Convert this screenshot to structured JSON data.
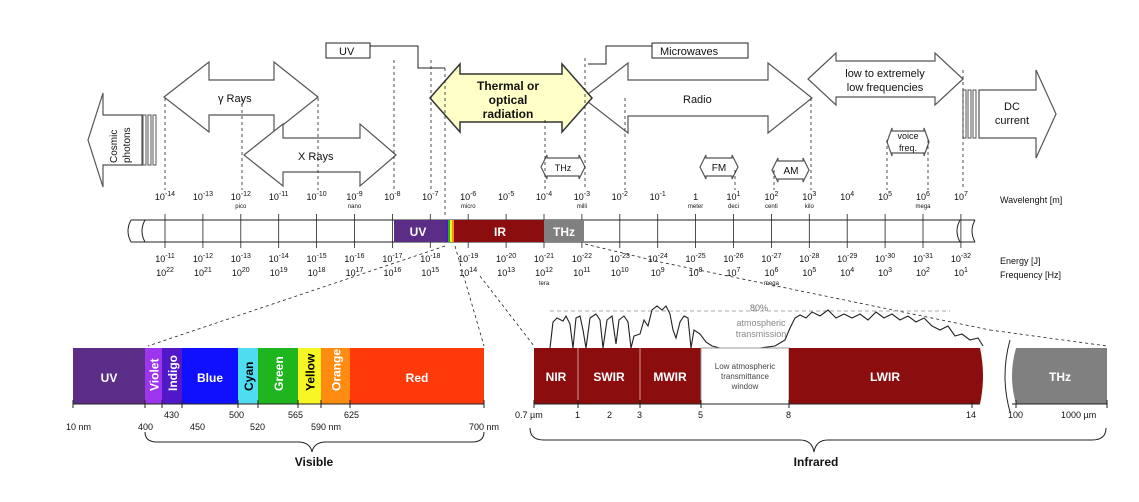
{
  "colors": {
    "uv": "#5b2d86",
    "ir": "#8b0d0d",
    "thz": "#808080",
    "thermal_fill": "#ffffc8",
    "violet": "#9d35ee",
    "indigo": "#5018c8",
    "blue": "#1010ff",
    "cyan": "#4fdcf0",
    "green": "#1fb51f",
    "yellow": "#f6f625",
    "orange": "#ff8c10",
    "red": "#ff3a0a",
    "lowatm": "#ffffff"
  },
  "top_labels": {
    "cosmic_photons": [
      "Cosmic",
      "photons"
    ],
    "gamma_rays": "γ  Rays",
    "x_rays": "X Rays",
    "uv_box": "UV",
    "microwaves_box": "Microwaves",
    "thermal": [
      "Thermal or",
      "optical",
      "radiation"
    ],
    "radio": "Radio",
    "low_freq": [
      "low to extremely",
      "low frequencies"
    ],
    "dc_current": [
      "DC",
      "current"
    ],
    "thz_arrow": "THz",
    "fm": "FM",
    "am": "AM",
    "voice_freq": [
      "voice",
      "freq."
    ]
  },
  "wavelength": {
    "axis_label": "Wavelenght [m]",
    "ticks": [
      {
        "exp": "-14",
        "sub": ""
      },
      {
        "exp": "-13",
        "sub": ""
      },
      {
        "exp": "-12",
        "sub": "pico"
      },
      {
        "exp": "-11",
        "sub": ""
      },
      {
        "exp": "-10",
        "sub": ""
      },
      {
        "exp": "-9",
        "sub": "nano"
      },
      {
        "exp": "-8",
        "sub": ""
      },
      {
        "exp": "-7",
        "sub": ""
      },
      {
        "exp": "-6",
        "sub": "micro"
      },
      {
        "exp": "-5",
        "sub": ""
      },
      {
        "exp": "-4",
        "sub": ""
      },
      {
        "exp": "-3",
        "sub": "milli"
      },
      {
        "exp": "-2",
        "sub": ""
      },
      {
        "exp": "-1",
        "sub": ""
      },
      {
        "exp": "",
        "base": "1",
        "sub": "meter"
      },
      {
        "exp": "1",
        "sub": "deci"
      },
      {
        "exp": "2",
        "sub": "centi"
      },
      {
        "exp": "3",
        "sub": "kilo"
      },
      {
        "exp": "4",
        "sub": ""
      },
      {
        "exp": "5",
        "sub": ""
      },
      {
        "exp": "6",
        "sub": "mega"
      },
      {
        "exp": "7",
        "sub": ""
      }
    ]
  },
  "band": {
    "uv": "UV",
    "ir": "IR",
    "thz": "THz"
  },
  "energy": {
    "label": "Energy [J]",
    "ticks": [
      "-11",
      "-12",
      "-13",
      "-14",
      "-15",
      "-16",
      "-17",
      "-18",
      "-19",
      "-20",
      "-21",
      "-22",
      "-23",
      "-24",
      "-25",
      "-26",
      "-27",
      "-28",
      "-29",
      "-30",
      "-31",
      "-32"
    ]
  },
  "frequency": {
    "label": "Frequency  [Hz]",
    "ticks": [
      {
        "exp": "22",
        "sub": ""
      },
      {
        "exp": "21",
        "sub": ""
      },
      {
        "exp": "20",
        "sub": ""
      },
      {
        "exp": "19",
        "sub": ""
      },
      {
        "exp": "18",
        "sub": ""
      },
      {
        "exp": "17",
        "sub": ""
      },
      {
        "exp": "16",
        "sub": ""
      },
      {
        "exp": "15",
        "sub": ""
      },
      {
        "exp": "14",
        "sub": ""
      },
      {
        "exp": "13",
        "sub": ""
      },
      {
        "exp": "12",
        "sub": "tera"
      },
      {
        "exp": "11",
        "sub": ""
      },
      {
        "exp": "10",
        "sub": ""
      },
      {
        "exp": "9",
        "sub": ""
      },
      {
        "exp": "8",
        "sub": ""
      },
      {
        "exp": "7",
        "sub": ""
      },
      {
        "exp": "6",
        "sub": "mega"
      },
      {
        "exp": "5",
        "sub": ""
      },
      {
        "exp": "4",
        "sub": ""
      },
      {
        "exp": "3",
        "sub": ""
      },
      {
        "exp": "2",
        "sub": ""
      },
      {
        "exp": "1",
        "sub": ""
      }
    ]
  },
  "visible": {
    "segments": [
      {
        "label": "UV",
        "color": "#5b2d86",
        "vertical": false
      },
      {
        "label": "Violet",
        "color": "#9d35ee",
        "vertical": true
      },
      {
        "label": "Indigo",
        "color": "#5018c8",
        "vertical": true
      },
      {
        "label": "Blue",
        "color": "#1010ff",
        "vertical": false
      },
      {
        "label": "Cyan",
        "color": "#4fdcf0",
        "vertical": true
      },
      {
        "label": "Green",
        "color": "#1fb51f",
        "vertical": true
      },
      {
        "label": "Yellow",
        "color": "#f6f625",
        "vertical": true
      },
      {
        "label": "Orange",
        "color": "#ff8c10",
        "vertical": true
      },
      {
        "label": "Red",
        "color": "#ff3a0a",
        "vertical": false
      }
    ],
    "scale_lower": [
      "10 nm",
      "400",
      "450",
      "520",
      "590 nm",
      "700 nm"
    ],
    "scale_upper": [
      "430",
      "500",
      "565",
      "625"
    ],
    "brace_label": "Visible"
  },
  "infrared": {
    "segments": [
      "NIR",
      "SWIR",
      "MWIR",
      "Low atmospheric transmittance window",
      "LWIR",
      "THz"
    ],
    "lowatm_lines": [
      "Low atmospheric",
      "transmittance",
      "window"
    ],
    "scale": [
      "0.7 µm",
      "1",
      "2",
      "3",
      "5",
      "8",
      "14",
      "100",
      "1000 µm"
    ],
    "brace_label": "Infrared",
    "transmission_peak": "80%",
    "transmission_label": [
      "atmospheric",
      "transmission"
    ]
  }
}
